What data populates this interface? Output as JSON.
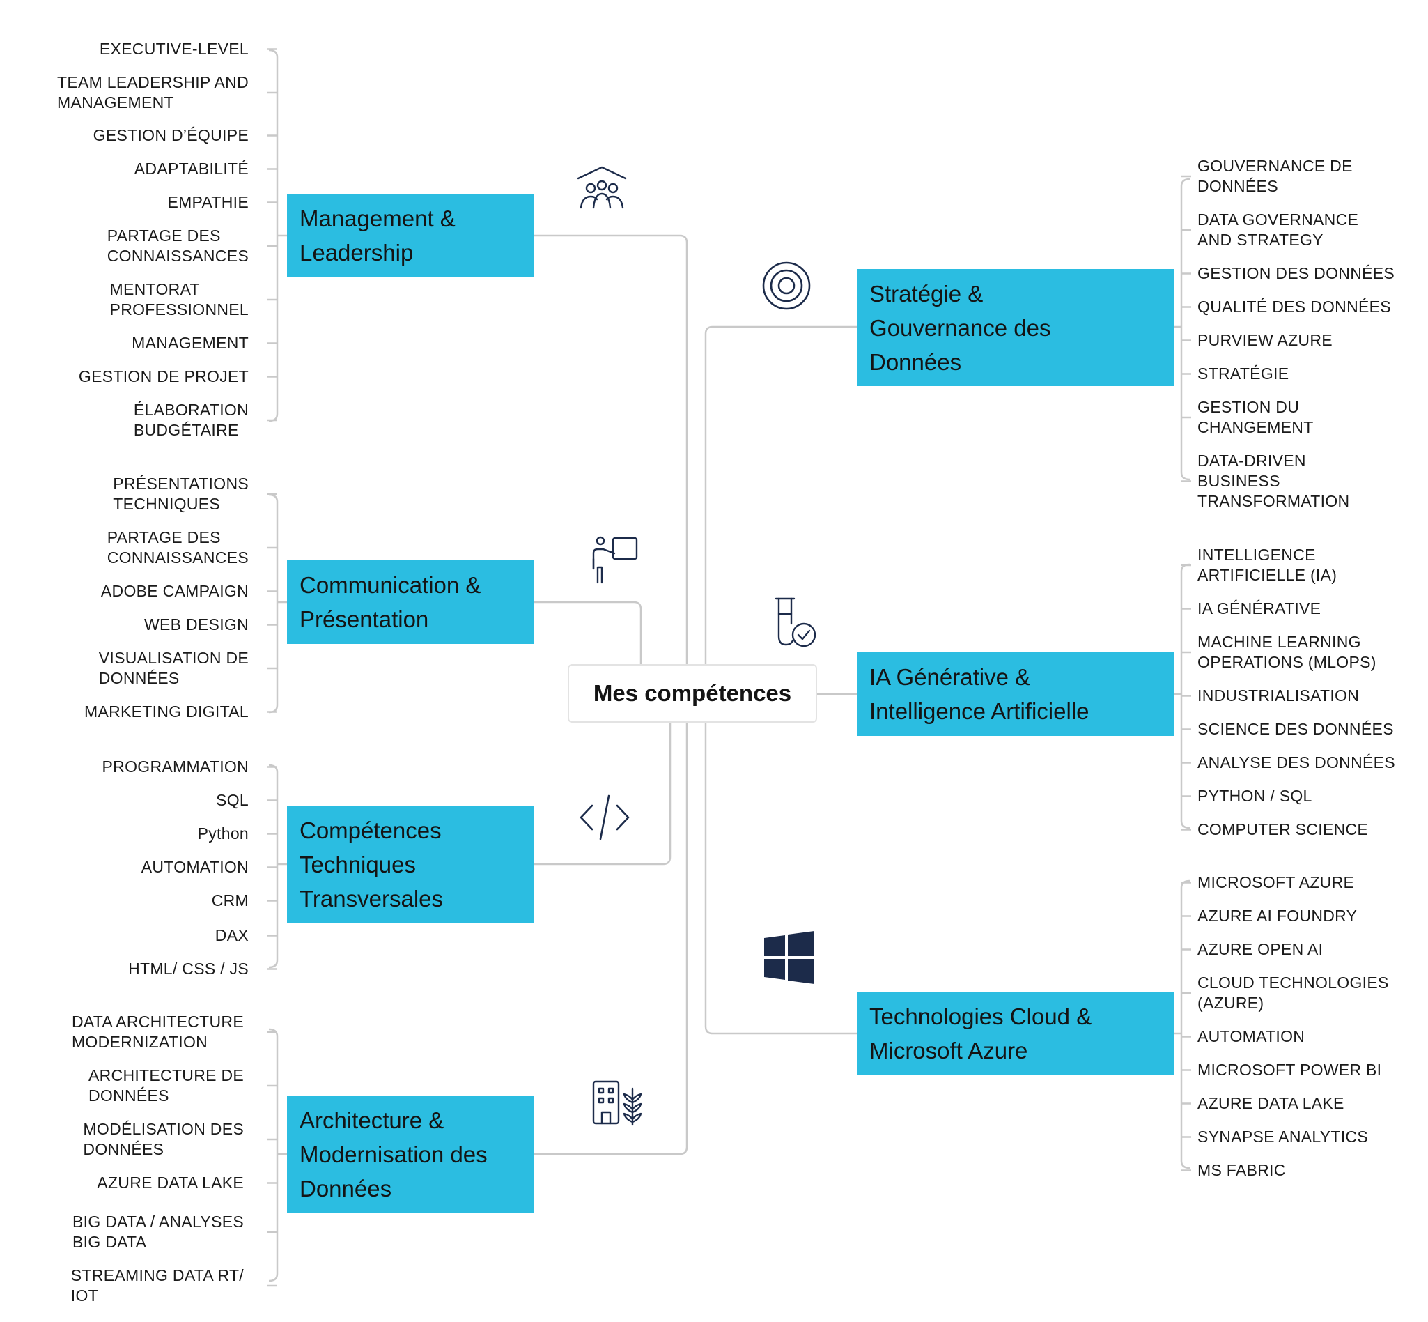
{
  "center": {
    "label": "Mes compétences"
  },
  "branches": [
    {
      "id": "management",
      "label": "Management &\nLeadership",
      "icon": "team-icon",
      "items": [
        "EXECUTIVE-LEVEL",
        "TEAM LEADERSHIP AND\nMANAGEMENT",
        "GESTION D’ÉQUIPE",
        "ADAPTABILITÉ",
        "EMPATHIE",
        "PARTAGE DES\nCONNAISSANCES",
        "MENTORAT\nPROFESSIONNEL",
        "MANAGEMENT",
        "GESTION DE PROJET",
        "ÉLABORATION\nBUDGÉTAIRE"
      ]
    },
    {
      "id": "communication",
      "label": "Communication &\nPrésentation",
      "icon": "presenter-icon",
      "items": [
        "PRÉSENTATIONS\nTECHNIQUES",
        "PARTAGE DES\nCONNAISSANCES",
        "ADOBE CAMPAIGN",
        "WEB DESIGN",
        "VISUALISATION DE\nDONNÉES",
        "MARKETING DIGITAL"
      ]
    },
    {
      "id": "techniques",
      "label": "Compétences\nTechniques\nTransversales",
      "icon": "code-icon",
      "items": [
        "PROGRAMMATION",
        "SQL",
        "Python",
        "AUTOMATION",
        "CRM",
        "DAX",
        "HTML/ CSS / JS"
      ]
    },
    {
      "id": "architecture",
      "label": "Architecture &\nModernisation des\nDonnées",
      "icon": "building-leaf-icon",
      "items": [
        "DATA ARCHITECTURE\nMODERNIZATION",
        "ARCHITECTURE DE\nDONNÉES",
        "MODÉLISATION DES\nDONNÉES",
        "AZURE DATA LAKE",
        "BIG DATA / ANALYSES\nBIG DATA",
        "STREAMING DATA RT/\nIOT"
      ]
    },
    {
      "id": "strategie",
      "label": "Stratégie &\nGouvernance des\nDonnées",
      "icon": "target-icon",
      "items": [
        "GOUVERNANCE DE\nDONNÉES",
        "DATA GOVERNANCE\nAND STRATEGY",
        "GESTION DES DONNÉES",
        "QUALITÉ DES DONNÉES",
        "PURVIEW AZURE",
        "STRATÉGIE",
        "GESTION DU\nCHANGEMENT",
        "DATA-DRIVEN\nBUSINESS\nTRANSFORMATION"
      ]
    },
    {
      "id": "ia",
      "label": "IA Générative &\nIntelligence Artificielle",
      "icon": "test-tube-check-icon",
      "items": [
        "INTELLIGENCE\nARTIFICIELLE (IA)",
        "IA GÉNÉRATIVE",
        "MACHINE LEARNING\nOPERATIONS (MLOPS)",
        "INDUSTRIALISATION",
        "SCIENCE DES DONNÉES",
        "ANALYSE DES DONNÉES",
        "PYTHON / SQL",
        "COMPUTER SCIENCE"
      ]
    },
    {
      "id": "cloud",
      "label": "Technologies Cloud &\nMicrosoft Azure",
      "icon": "windows-icon",
      "items": [
        "MICROSOFT AZURE",
        "AZURE AI FOUNDRY",
        "AZURE OPEN AI",
        "CLOUD TECHNOLOGIES\n(AZURE)",
        "AUTOMATION",
        "MICROSOFT POWER BI",
        "AZURE DATA LAKE",
        "SYNAPSE ANALYTICS",
        "MS FABRIC"
      ]
    }
  ],
  "colors": {
    "branch_fill": "#2bbde1",
    "connector": "#c9c9c9",
    "icon": "#1c2b4a"
  }
}
